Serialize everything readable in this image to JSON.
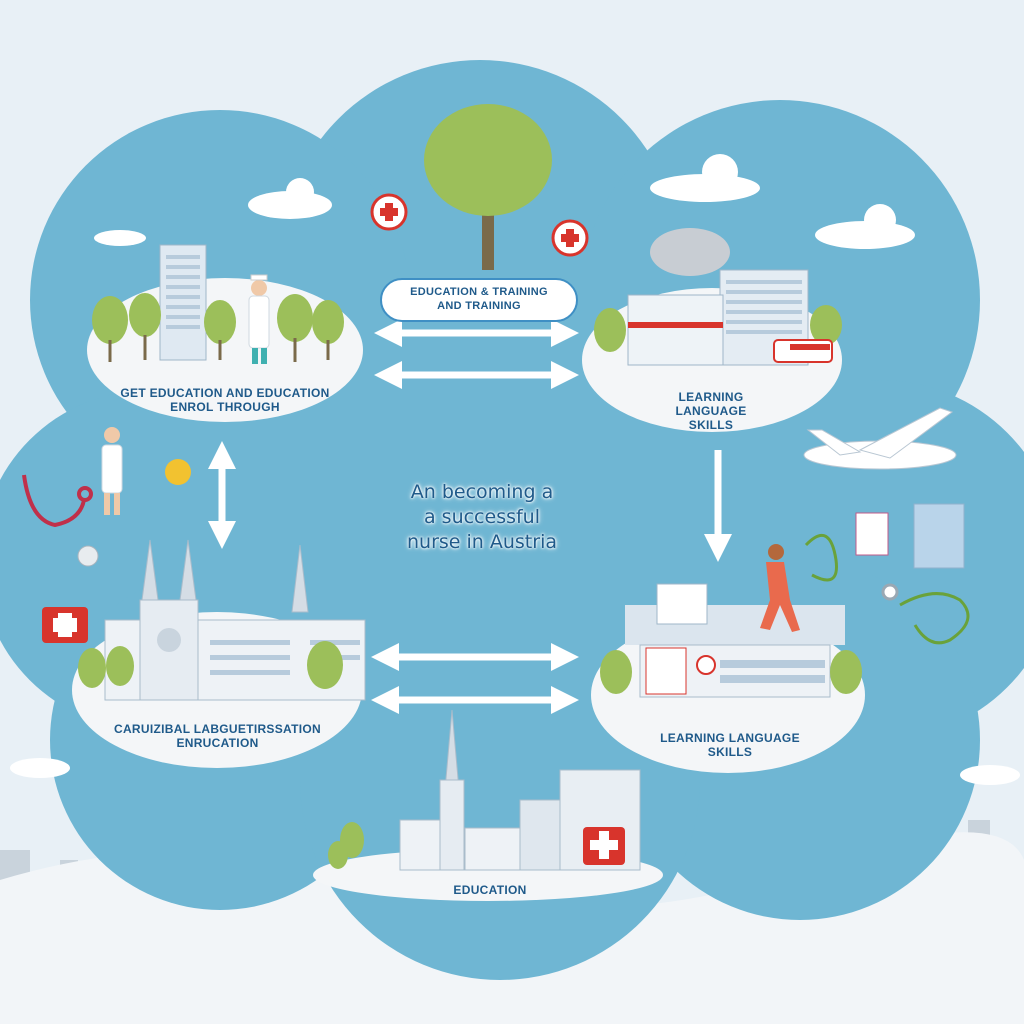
{
  "title": {
    "line1": "An becoming a",
    "line2": "a successful",
    "line3": "nurse in Austria"
  },
  "top_pill": {
    "line1": "EDUCATION & TRAINING",
    "line2": "AND TRAINING"
  },
  "nodes": {
    "top_left": {
      "line1": "GET EDUCATION AND EDUCATION",
      "line2": "ENROL THROUGH"
    },
    "top_right": {
      "line1": "LEARNING",
      "line2": "LANGUAGE",
      "line3": "SKILLS"
    },
    "bottom_left": {
      "line1": "CARUIZIBAL LABGUETIRSSATION",
      "line2": "ENRUCATION"
    },
    "bottom_right": {
      "line1": "LEARNING LANGUAGE",
      "line2": "SKILLS"
    },
    "bottom_center": {
      "line1": "EDUCATION"
    }
  },
  "colors": {
    "cloud": "#6fb6d3",
    "cloud_edge": "#5aa6c8",
    "arrow": "#ffffff",
    "node_bg": "#f4f6f8",
    "text": "#1f5a8a",
    "red_cross": "#d8342c",
    "tree": "#9cbf5a"
  }
}
